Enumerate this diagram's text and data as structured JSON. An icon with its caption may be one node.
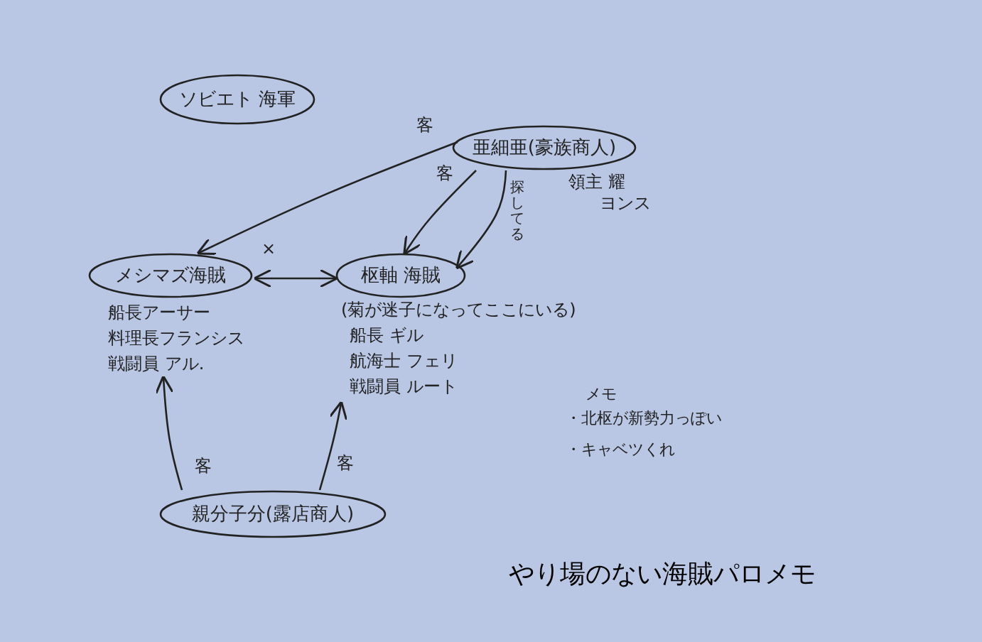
{
  "diagram": {
    "title": "やり場のない海賊パロメモ",
    "nodes": [
      {
        "text": [
          "ソビエト 海軍"
        ]
      },
      {
        "text": [
          "亜細亜(豪族商人)"
        ],
        "beside": [
          "領主 耀",
          "ヨンス"
        ]
      },
      {
        "text": [
          "メシマズ海賊"
        ],
        "beside": [
          "船長アーサー",
          "料理長フランシス",
          "戦闘員 アル."
        ]
      },
      {
        "text": [
          "枢軸 海賊"
        ],
        "beside": [
          "(菊が迷子になってここにいる)",
          "船長 ギル",
          "航海士 フェリ",
          "戦闘員 ルート"
        ]
      },
      {
        "text": [
          "親分子分(露店商人)"
        ]
      }
    ],
    "edges": [
      {
        "from": 1,
        "to": 2,
        "arrow": "to",
        "label": "客"
      },
      {
        "from": 1,
        "to": 3,
        "arrow": "to",
        "label": "客"
      },
      {
        "from": 1,
        "to": 3,
        "arrow": "to",
        "label": "探してる"
      },
      {
        "from": 2,
        "to": 3,
        "arrow": "both",
        "label": "×"
      },
      {
        "from": 4,
        "to": 2,
        "arrow": "to",
        "label": "客"
      },
      {
        "from": 4,
        "to": 3,
        "arrow": "to",
        "label": "客"
      }
    ],
    "labels": [
      "メモ",
      "・北枢が新勢力っぽい",
      "・キャベツくれ"
    ]
  }
}
